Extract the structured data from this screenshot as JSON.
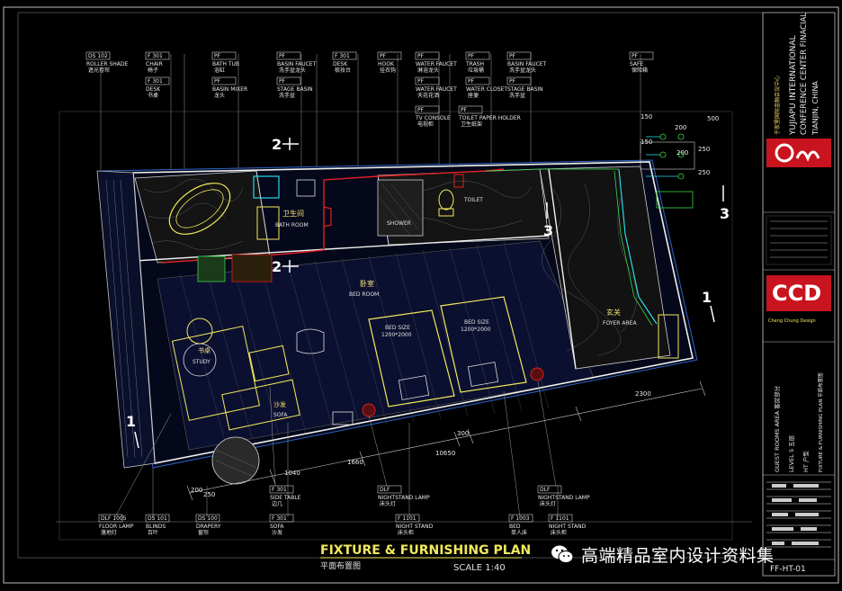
{
  "drawing": {
    "title_en": "FIXTURE & FURNISHING PLAN",
    "title_cn": "平面布置图",
    "scale": "SCALE 1:40",
    "sheet_no": "FF-HT-01"
  },
  "watermark": {
    "text": "高端精品室内设计资料集",
    "icon": "wechat-icon"
  },
  "title_block": {
    "project_cn": "于家堡国际金融会议中心",
    "project_en_1": "YUJIAPU INTERNATIONAL",
    "project_en_2": "CONFERENCE CENTER FINACIAL",
    "project_en_3": "TIANJIN, CHINA",
    "ccd_logo": "CCD",
    "ccd_sub": "Cheng Chung Design",
    "area": "GUEST ROOMS AREA 客房部分",
    "level": "LEVEL 5 五层",
    "room": "HT 户型",
    "sheet_title": "FIXTURE & FURNISHING PLAN 平面布置图"
  },
  "rooms": {
    "bath_cn": "卫生间",
    "bath_en": "BATH ROOM",
    "shower": "SHOWER",
    "toilet": "TOILET",
    "bed_cn": "卧室",
    "bed_en": "BED ROOM",
    "foyer_cn": "玄关",
    "foyer_en": "FOYER AREA",
    "study_cn": "书桌",
    "study_en": "STUDY",
    "sofa_cn": "沙发",
    "sofa_en": "SOFA",
    "bed1_a": "BED SIZE",
    "bed1_b": "1200*2000",
    "bed2_a": "BED SIZE",
    "bed2_b": "1200*2000"
  },
  "section_marks": {
    "m2a": "2",
    "m2b": "2",
    "m3a": "3",
    "m3b": "3",
    "m1a": "1",
    "m1b": "1"
  },
  "top_tags": [
    {
      "code": "DS 102",
      "en": "ROLLER SHADE",
      "cn": "遮光卷帘"
    },
    {
      "code": "F 301",
      "en": "CHAIR",
      "cn": "椅子"
    },
    {
      "code": "F 301",
      "en": "DESK",
      "cn": "书桌"
    },
    {
      "code": "PF",
      "en": "BATH TUB",
      "cn": "浴缸"
    },
    {
      "code": "PF",
      "en": "BASIN MIXER",
      "cn": "龙头"
    },
    {
      "code": "PF",
      "en": "BASIN FAUCET",
      "cn": "洗手盆龙头"
    },
    {
      "code": "PF",
      "en": "STAGE BASIN",
      "cn": "洗手盆"
    },
    {
      "code": "F 301",
      "en": "DESK",
      "cn": "梳妆台"
    },
    {
      "code": "PF",
      "en": "HOOK",
      "cn": "挂衣钩"
    },
    {
      "code": "PF",
      "en": "WATER FAUCET",
      "cn": "淋浴龙头"
    },
    {
      "code": "PF",
      "en": "WATER FAUCET",
      "cn": "天花花洒"
    },
    {
      "code": "PF",
      "en": "TV CONSOLE",
      "cn": "电视柜"
    },
    {
      "code": "PF",
      "en": "TRASH",
      "cn": "垃圾桶"
    },
    {
      "code": "PF",
      "en": "WATER CLOSET",
      "cn": "座便"
    },
    {
      "code": "PF",
      "en": "TOILET PAPER HOLDER",
      "cn": "卫生纸架"
    },
    {
      "code": "PF",
      "en": "BASIN FAUCET",
      "cn": "洗手盆龙头"
    },
    {
      "code": "PF",
      "en": "STAGE BASIN",
      "cn": "洗手盆"
    },
    {
      "code": "PF",
      "en": "SAFE",
      "cn": "保险箱"
    }
  ],
  "bottom_tags": [
    {
      "code": "DLF 1005",
      "en": "FLOOR LAMP",
      "cn": "落地灯"
    },
    {
      "code": "DS 101",
      "en": "BLINDS",
      "cn": "百叶"
    },
    {
      "code": "DS 100",
      "en": "DRAPERY",
      "cn": "窗帘"
    },
    {
      "code": "F 301",
      "en": "SIDE TABLE",
      "cn": "边几"
    },
    {
      "code": "F 301",
      "en": "SOFA",
      "cn": "沙发"
    },
    {
      "code": "DLF",
      "en": "NIGHTSTAND LAMP",
      "cn": "床头灯"
    },
    {
      "code": "F 1101",
      "en": "NIGHT STAND",
      "cn": "床头柜"
    },
    {
      "code": "F 1003",
      "en": "BED",
      "cn": "单人床"
    },
    {
      "code": "DLF",
      "en": "NIGHTSTAND LAMP",
      "cn": "床头灯"
    },
    {
      "code": "F 1101",
      "en": "NIGHT STAND",
      "cn": "床头柜"
    }
  ],
  "dimensions": {
    "d1": "1040",
    "d2": "1660",
    "d3": "10650",
    "d4": "300",
    "d5": "2300",
    "d6": "200",
    "d7": "250",
    "r1": "150",
    "r2": "200",
    "r3": "150",
    "r4": "200",
    "r5": "250",
    "r6": "250",
    "r7": "500"
  },
  "colors": {
    "background": "#000000",
    "wall": "#ffffff",
    "furniture": "#f2e85c",
    "grid": "#2e63c4",
    "red_line": "#e02020",
    "cyan": "#2bd6e8",
    "green": "#3ad64a",
    "logo_red": "#c8141e"
  }
}
